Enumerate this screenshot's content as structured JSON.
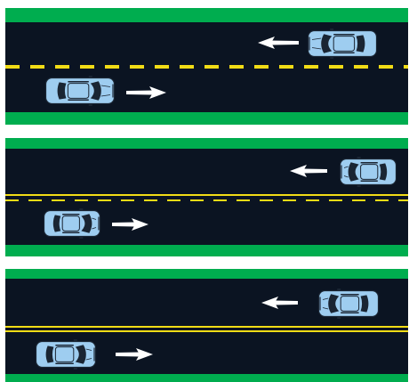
{
  "colors": {
    "road": "#0b1422",
    "grass": "#00ad4f",
    "line": "#f2dc16",
    "car_body": "#9ecdf0",
    "car_outline": "#1a2533",
    "arrow": "#ffffff"
  },
  "panels": [
    {
      "id": "broken-center-line",
      "center_line": "broken",
      "cars": [
        {
          "lane": "upper",
          "direction": "left",
          "icon": "car-icon"
        },
        {
          "lane": "lower",
          "direction": "right",
          "icon": "car-icon"
        }
      ]
    },
    {
      "id": "solid-and-broken-line",
      "center_line": "solid-and-broken",
      "cars": [
        {
          "lane": "upper",
          "direction": "left",
          "icon": "car-icon"
        },
        {
          "lane": "lower",
          "direction": "right",
          "icon": "car-icon"
        }
      ]
    },
    {
      "id": "double-solid-line",
      "center_line": "double-solid",
      "cars": [
        {
          "lane": "upper",
          "direction": "left",
          "icon": "car-icon"
        },
        {
          "lane": "lower",
          "direction": "right",
          "icon": "car-icon"
        }
      ]
    }
  ]
}
